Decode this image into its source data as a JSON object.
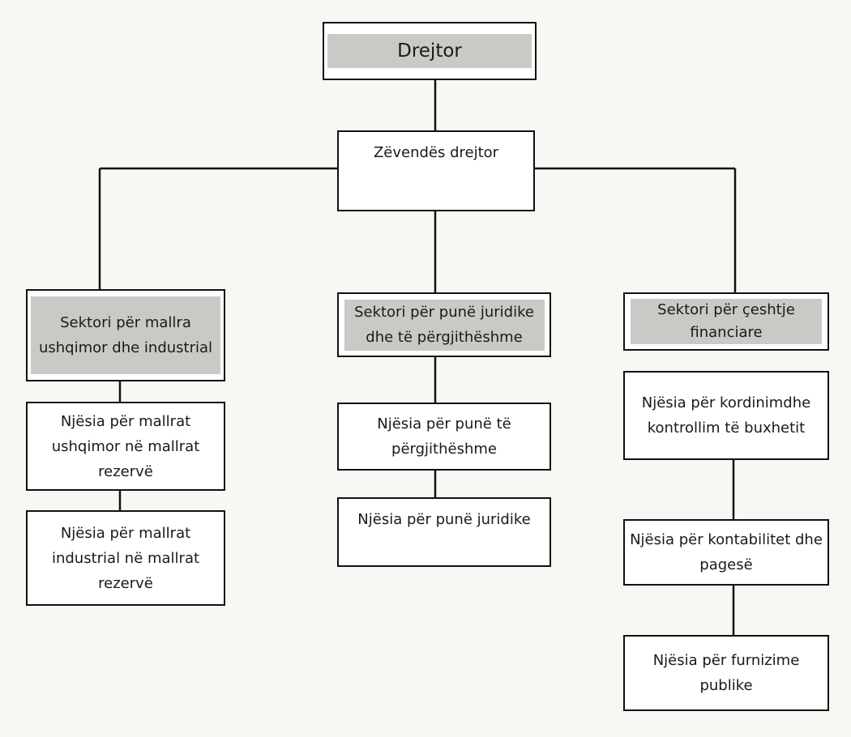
{
  "director": "Drejtor",
  "deputy_director": "Zëvendës drejtor",
  "sectors": [
    {
      "label": "Sektori për mallra ushqimor dhe industrial",
      "units": [
        "Njësia për mallrat ushqimor në mallrat rezervë",
        "Njësia për mallrat industrial në mallrat rezervë"
      ]
    },
    {
      "label": "Sektori për punë juridike dhe të përgjithëshme",
      "units": [
        "Njësia për punë të përgjithëshme",
        "Njësia për punë juridike"
      ]
    },
    {
      "label": "Sektori për çeshtje financiare",
      "units": [
        "Njësia për kordinimdhe kontrollim të buxhetit",
        "Njësia për kontabilitet dhe pagesë",
        "Njësia për furnizime publike"
      ]
    }
  ],
  "colors": {
    "background": "#f7f7f3",
    "box_fill": "#ffffff",
    "shade_fill": "#c9c9c5",
    "line": "#111111"
  }
}
